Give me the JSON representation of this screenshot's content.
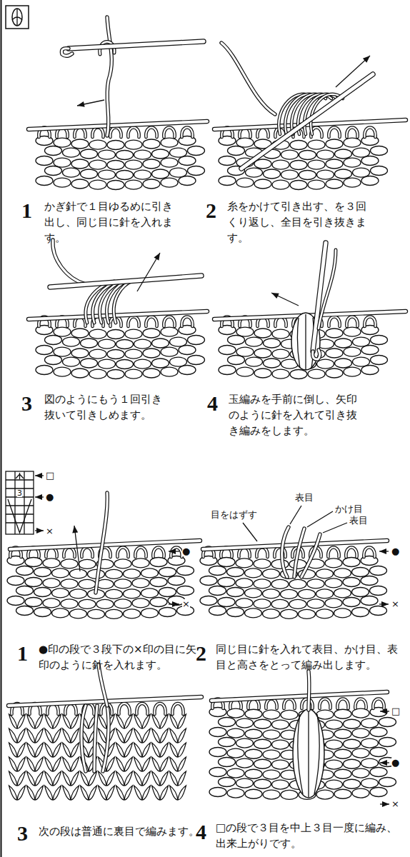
{
  "diagram": {
    "labels": [
      "1",
      "かぎ針で１目ゆるめに引き出し、同じ目に針を入れます。",
      "2",
      "糸をかけて引き出す、を３回くり返し、全目を引き抜きます。",
      "3",
      "図のようにもう１回引き抜いて引きしめます。",
      "4",
      "玉編みを手前に倒し、矢印のように針を入れて引き抜き編みをします。",
      "□",
      "●",
      "3",
      "×",
      "●",
      "×",
      "目をはずす",
      "表目",
      "かけ目",
      "表目",
      "●",
      "×",
      "1",
      "●印の段で３段下の×印の目に矢印のように針を入れます。",
      "2",
      "同じ目に針を入れて表目、かけ目、表目と高さをとって編み出します。",
      "3",
      "次の段は普通に裏目で編みます。",
      "4",
      "□の段で３目を中上３目一度に編み、出来上がりです。",
      "□",
      "●",
      "×"
    ]
  }
}
